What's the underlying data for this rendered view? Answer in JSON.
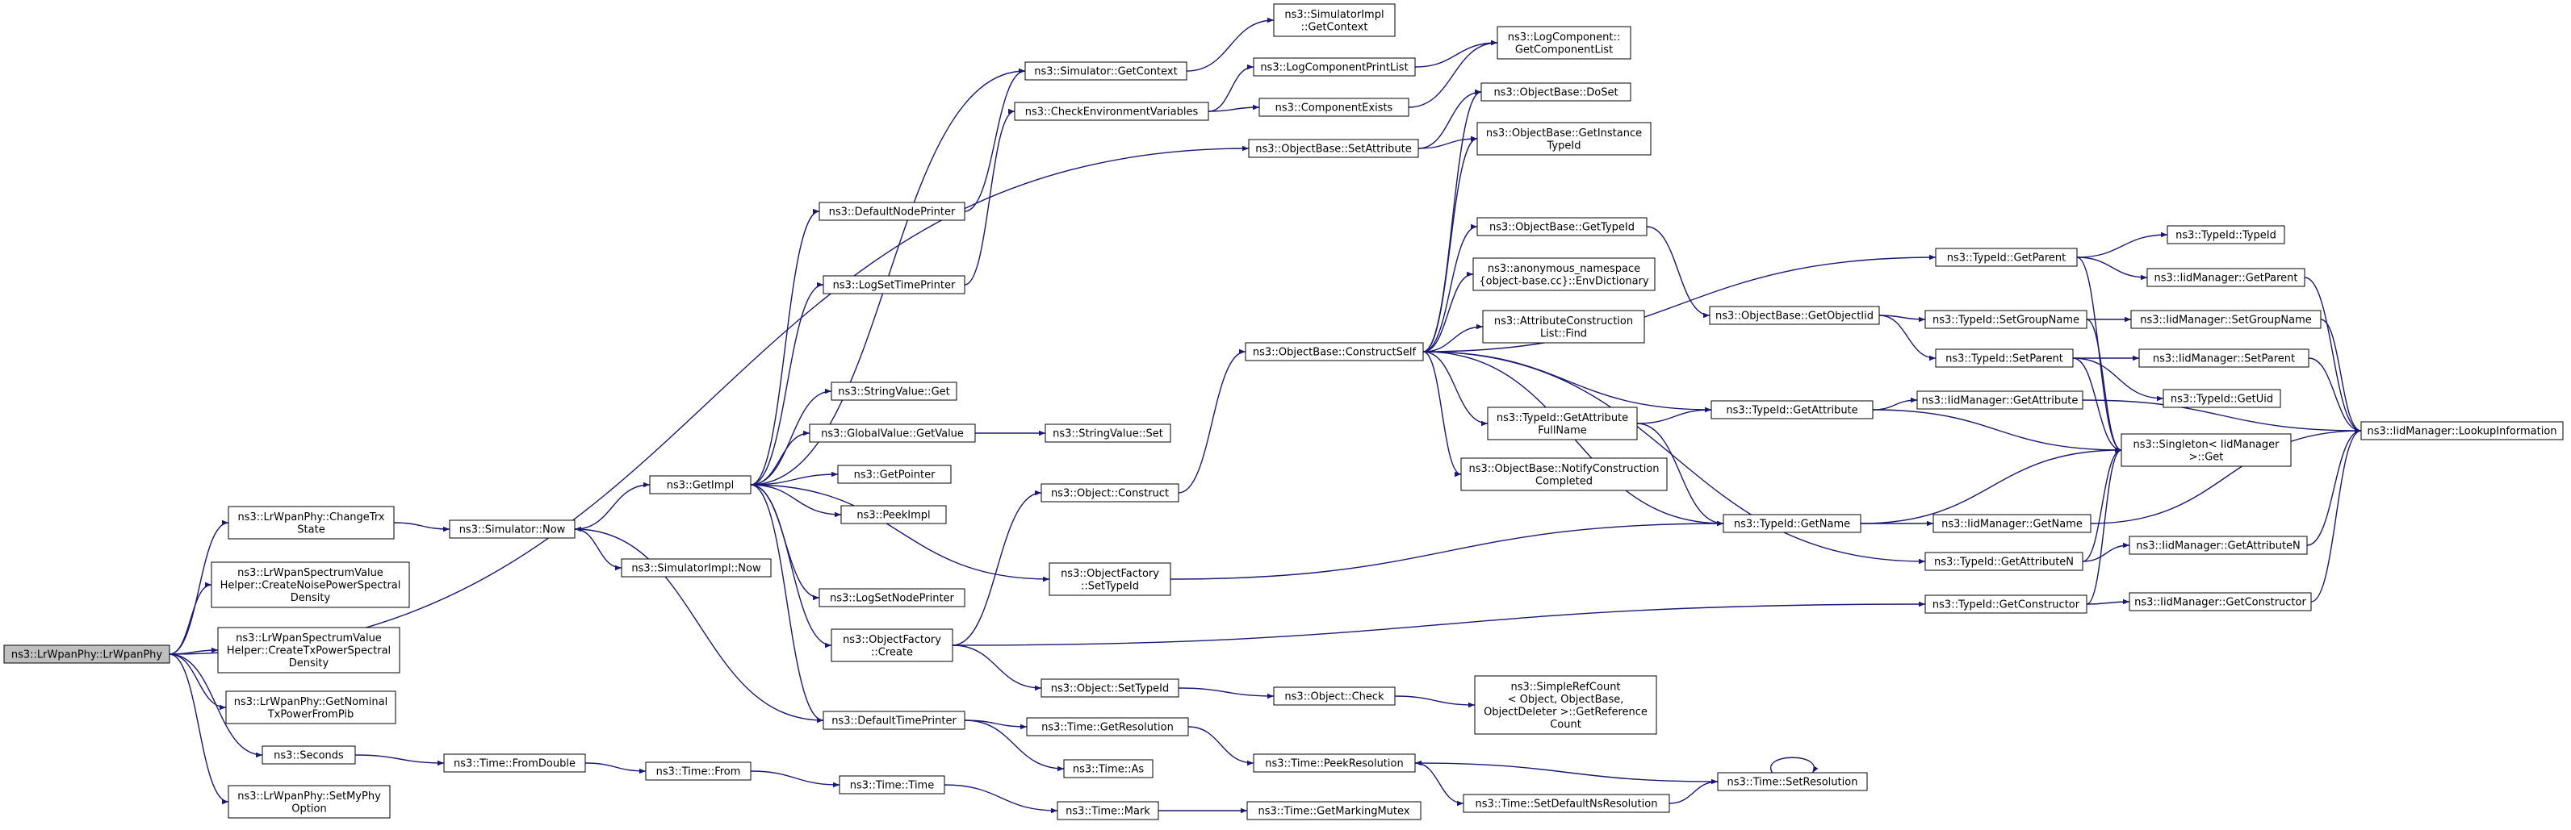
{
  "diagram": {
    "edge_color": "#191970",
    "root_fill": "#bfbfbf",
    "nodes": [
      {
        "id": "root",
        "lines": [
          "ns3::LrWpanPhy::LrWpanPhy"
        ],
        "root": true
      },
      {
        "id": "changetrx",
        "lines": [
          "ns3::LrWpanPhy::ChangeTrx",
          "State"
        ]
      },
      {
        "id": "noisepsd",
        "lines": [
          "ns3::LrWpanSpectrumValue",
          "Helper::CreateNoisePowerSpectral",
          "Density"
        ]
      },
      {
        "id": "txpsd",
        "lines": [
          "ns3::LrWpanSpectrumValue",
          "Helper::CreateTxPowerSpectral",
          "Density"
        ]
      },
      {
        "id": "nominal",
        "lines": [
          "ns3::LrWpanPhy::GetNominal",
          "TxPowerFromPib"
        ]
      },
      {
        "id": "seconds",
        "lines": [
          "ns3::Seconds"
        ]
      },
      {
        "id": "setmyphy",
        "lines": [
          "ns3::LrWpanPhy::SetMyPhy",
          "Option"
        ]
      },
      {
        "id": "simnow",
        "lines": [
          "ns3::Simulator::Now"
        ]
      },
      {
        "id": "fromdouble",
        "lines": [
          "ns3::Time::FromDouble"
        ]
      },
      {
        "id": "getimpl",
        "lines": [
          "ns3::GetImpl"
        ]
      },
      {
        "id": "simimplnow",
        "lines": [
          "ns3::SimulatorImpl::Now"
        ]
      },
      {
        "id": "timefrom",
        "lines": [
          "ns3::Time::From"
        ]
      },
      {
        "id": "defnodeprinter",
        "lines": [
          "ns3::DefaultNodePrinter"
        ]
      },
      {
        "id": "logsettime",
        "lines": [
          "ns3::LogSetTimePrinter"
        ]
      },
      {
        "id": "strget",
        "lines": [
          "ns3::StringValue::Get"
        ]
      },
      {
        "id": "gvget",
        "lines": [
          "ns3::GlobalValue::GetValue"
        ]
      },
      {
        "id": "getpointer",
        "lines": [
          "ns3::GetPointer"
        ]
      },
      {
        "id": "peekimpl",
        "lines": [
          "ns3::PeekImpl"
        ]
      },
      {
        "id": "lognodeprinter",
        "lines": [
          "ns3::LogSetNodePrinter"
        ]
      },
      {
        "id": "ofcreate",
        "lines": [
          "ns3::ObjectFactory",
          "::Create"
        ]
      },
      {
        "id": "deftimeprinter",
        "lines": [
          "ns3::DefaultTimePrinter"
        ]
      },
      {
        "id": "timetime",
        "lines": [
          "ns3::Time::Time"
        ]
      },
      {
        "id": "simgetctx",
        "lines": [
          "ns3::Simulator::GetContext"
        ]
      },
      {
        "id": "checkenv",
        "lines": [
          "ns3::CheckEnvironmentVariables"
        ]
      },
      {
        "id": "strset",
        "lines": [
          "ns3::StringValue::Set"
        ]
      },
      {
        "id": "objconstruct",
        "lines": [
          "ns3::Object::Construct"
        ]
      },
      {
        "id": "ofsettypeid",
        "lines": [
          "ns3::ObjectFactory",
          "::SetTypeId"
        ]
      },
      {
        "id": "objsettypeid",
        "lines": [
          "ns3::Object::SetTypeId"
        ]
      },
      {
        "id": "getresolution",
        "lines": [
          "ns3::Time::GetResolution"
        ]
      },
      {
        "id": "timeas",
        "lines": [
          "ns3::Time::As"
        ]
      },
      {
        "id": "timemark",
        "lines": [
          "ns3::Time::Mark"
        ]
      },
      {
        "id": "simimplctx",
        "lines": [
          "ns3::SimulatorImpl",
          "::GetContext"
        ]
      },
      {
        "id": "logprintlist",
        "lines": [
          "ns3::LogComponentPrintList"
        ]
      },
      {
        "id": "compexists",
        "lines": [
          "ns3::ComponentExists"
        ]
      },
      {
        "id": "obsetattr",
        "lines": [
          "ns3::ObjectBase::SetAttribute"
        ]
      },
      {
        "id": "constructself",
        "lines": [
          "ns3::ObjectBase::ConstructSelf"
        ]
      },
      {
        "id": "objcheck",
        "lines": [
          "ns3::Object::Check"
        ]
      },
      {
        "id": "peekres",
        "lines": [
          "ns3::Time::PeekResolution"
        ]
      },
      {
        "id": "getmarkmutex",
        "lines": [
          "ns3::Time::GetMarkingMutex"
        ]
      },
      {
        "id": "getcomplist",
        "lines": [
          "ns3::LogComponent::",
          "GetComponentList"
        ]
      },
      {
        "id": "obdoset",
        "lines": [
          "ns3::ObjectBase::DoSet"
        ]
      },
      {
        "id": "obgetinst",
        "lines": [
          "ns3::ObjectBase::GetInstance",
          "TypeId"
        ]
      },
      {
        "id": "obgettypeid",
        "lines": [
          "ns3::ObjectBase::GetTypeId"
        ]
      },
      {
        "id": "envdict",
        "lines": [
          "ns3::anonymous_namespace",
          "{object-base.cc}::EnvDictionary"
        ]
      },
      {
        "id": "attrfind",
        "lines": [
          "ns3::AttributeConstruction",
          "List::Find"
        ]
      },
      {
        "id": "getattrfull",
        "lines": [
          "ns3::TypeId::GetAttribute",
          "FullName"
        ]
      },
      {
        "id": "notifyconstr",
        "lines": [
          "ns3::ObjectBase::NotifyConstruction",
          "Completed"
        ]
      },
      {
        "id": "simplerefcount",
        "lines": [
          "ns3::SimpleRefCount",
          "< Object, ObjectBase,",
          "ObjectDeleter >::GetReference",
          "Count"
        ]
      },
      {
        "id": "setdefres",
        "lines": [
          "ns3::Time::SetDefaultNsResolution"
        ]
      },
      {
        "id": "getobjectiid",
        "lines": [
          "ns3::ObjectBase::GetObjectIid"
        ]
      },
      {
        "id": "tidgetattr",
        "lines": [
          "ns3::TypeId::GetAttribute"
        ]
      },
      {
        "id": "tidgetname",
        "lines": [
          "ns3::TypeId::GetName"
        ]
      },
      {
        "id": "setresolution",
        "lines": [
          "ns3::Time::SetResolution"
        ]
      },
      {
        "id": "tidgetparent",
        "lines": [
          "ns3::TypeId::GetParent"
        ]
      },
      {
        "id": "tidsetgroup",
        "lines": [
          "ns3::TypeId::SetGroupName"
        ]
      },
      {
        "id": "tidsetparent",
        "lines": [
          "ns3::TypeId::SetParent"
        ]
      },
      {
        "id": "tidgetattrn",
        "lines": [
          "ns3::TypeId::GetAttributeN"
        ]
      },
      {
        "id": "tidgetctor",
        "lines": [
          "ns3::TypeId::GetConstructor"
        ]
      },
      {
        "id": "tidtypeid",
        "lines": [
          "ns3::TypeId::TypeId"
        ]
      },
      {
        "id": "iidgetparent",
        "lines": [
          "ns3::IidManager::GetParent"
        ]
      },
      {
        "id": "iidsetgroup",
        "lines": [
          "ns3::IidManager::SetGroupName"
        ]
      },
      {
        "id": "iidsetparent",
        "lines": [
          "ns3::IidManager::SetParent"
        ]
      },
      {
        "id": "tidgetuid",
        "lines": [
          "ns3::TypeId::GetUid"
        ]
      },
      {
        "id": "iidgetattr",
        "lines": [
          "ns3::IidManager::GetAttribute"
        ]
      },
      {
        "id": "singleton",
        "lines": [
          "ns3::Singleton< IidManager",
          ">::Get"
        ]
      },
      {
        "id": "iidgetname",
        "lines": [
          "ns3::IidManager::GetName"
        ]
      },
      {
        "id": "iidgetattrn",
        "lines": [
          "ns3::IidManager::GetAttributeN"
        ]
      },
      {
        "id": "iidgetctor",
        "lines": [
          "ns3::IidManager::GetConstructor"
        ]
      },
      {
        "id": "iidlookup",
        "lines": [
          "ns3::IidManager::LookupInformation"
        ]
      }
    ],
    "edges": [
      [
        "root",
        "changetrx"
      ],
      [
        "root",
        "noisepsd"
      ],
      [
        "root",
        "txpsd"
      ],
      [
        "root",
        "nominal"
      ],
      [
        "root",
        "seconds"
      ],
      [
        "root",
        "setmyphy"
      ],
      [
        "root",
        "obsetattr"
      ],
      [
        "changetrx",
        "simnow"
      ],
      [
        "seconds",
        "fromdouble"
      ],
      [
        "fromdouble",
        "timefrom"
      ],
      [
        "timefrom",
        "timetime"
      ],
      [
        "timetime",
        "timemark"
      ],
      [
        "timemark",
        "getmarkmutex"
      ],
      [
        "simnow",
        "getimpl"
      ],
      [
        "simnow",
        "simimplnow"
      ],
      [
        "getimpl",
        "defnodeprinter"
      ],
      [
        "getimpl",
        "logsettime"
      ],
      [
        "getimpl",
        "strget"
      ],
      [
        "getimpl",
        "gvget"
      ],
      [
        "getimpl",
        "getpointer"
      ],
      [
        "getimpl",
        "peekimpl"
      ],
      [
        "getimpl",
        "lognodeprinter"
      ],
      [
        "getimpl",
        "ofcreate"
      ],
      [
        "getimpl",
        "deftimeprinter"
      ],
      [
        "getimpl",
        "simgetctx"
      ],
      [
        "getimpl",
        "ofsettypeid"
      ],
      [
        "defnodeprinter",
        "simgetctx"
      ],
      [
        "logsettime",
        "checkenv"
      ],
      [
        "gvget",
        "strset"
      ],
      [
        "deftimeprinter",
        "simnow"
      ],
      [
        "deftimeprinter",
        "getresolution"
      ],
      [
        "deftimeprinter",
        "timeas"
      ],
      [
        "ofcreate",
        "objconstruct"
      ],
      [
        "ofcreate",
        "objsettypeid"
      ],
      [
        "ofcreate",
        "tidgetctor"
      ],
      [
        "ofsettypeid",
        "tidgetname"
      ],
      [
        "simgetctx",
        "simimplctx"
      ],
      [
        "checkenv",
        "logprintlist"
      ],
      [
        "checkenv",
        "compexists"
      ],
      [
        "logprintlist",
        "getcomplist"
      ],
      [
        "compexists",
        "getcomplist"
      ],
      [
        "objconstruct",
        "constructself"
      ],
      [
        "objsettypeid",
        "objcheck"
      ],
      [
        "objcheck",
        "simplerefcount"
      ],
      [
        "getresolution",
        "peekres"
      ],
      [
        "peekres",
        "setdefres"
      ],
      [
        "setdefres",
        "setresolution"
      ],
      [
        "setresolution",
        "peekres"
      ],
      [
        "setresolution",
        "setresolution"
      ],
      [
        "obsetattr",
        "obgetinst"
      ],
      [
        "obsetattr",
        "obdoset"
      ],
      [
        "constructself",
        "obdoset"
      ],
      [
        "constructself",
        "obgetinst"
      ],
      [
        "constructself",
        "obgettypeid"
      ],
      [
        "constructself",
        "envdict"
      ],
      [
        "constructself",
        "attrfind"
      ],
      [
        "constructself",
        "getattrfull"
      ],
      [
        "constructself",
        "notifyconstr"
      ],
      [
        "constructself",
        "tidgetattr"
      ],
      [
        "constructself",
        "tidgetname"
      ],
      [
        "constructself",
        "tidgetparent"
      ],
      [
        "constructself",
        "tidgetattrn"
      ],
      [
        "obgettypeid",
        "getobjectiid"
      ],
      [
        "getobjectiid",
        "tidsetgroup"
      ],
      [
        "getobjectiid",
        "tidsetparent"
      ],
      [
        "getattrfull",
        "tidgetattr"
      ],
      [
        "getattrfull",
        "tidgetname"
      ],
      [
        "tidgetattr",
        "iidgetattr"
      ],
      [
        "tidgetattr",
        "singleton"
      ],
      [
        "tidgetname",
        "singleton"
      ],
      [
        "tidgetname",
        "iidgetname"
      ],
      [
        "tidgetparent",
        "tidtypeid"
      ],
      [
        "tidgetparent",
        "iidgetparent"
      ],
      [
        "tidgetparent",
        "singleton"
      ],
      [
        "tidsetgroup",
        "iidsetgroup"
      ],
      [
        "tidsetgroup",
        "singleton"
      ],
      [
        "tidsetparent",
        "iidsetparent"
      ],
      [
        "tidsetparent",
        "tidgetuid"
      ],
      [
        "tidsetparent",
        "singleton"
      ],
      [
        "tidgetattrn",
        "iidgetattrn"
      ],
      [
        "tidgetattrn",
        "singleton"
      ],
      [
        "tidgetctor",
        "iidgetctor"
      ],
      [
        "tidgetctor",
        "singleton"
      ],
      [
        "iidgetparent",
        "iidlookup"
      ],
      [
        "iidsetgroup",
        "iidlookup"
      ],
      [
        "iidsetparent",
        "iidlookup"
      ],
      [
        "iidgetname",
        "iidlookup"
      ],
      [
        "iidgetattrn",
        "iidlookup"
      ],
      [
        "iidgetctor",
        "iidlookup"
      ],
      [
        "iidgetattr",
        "iidlookup"
      ]
    ]
  }
}
